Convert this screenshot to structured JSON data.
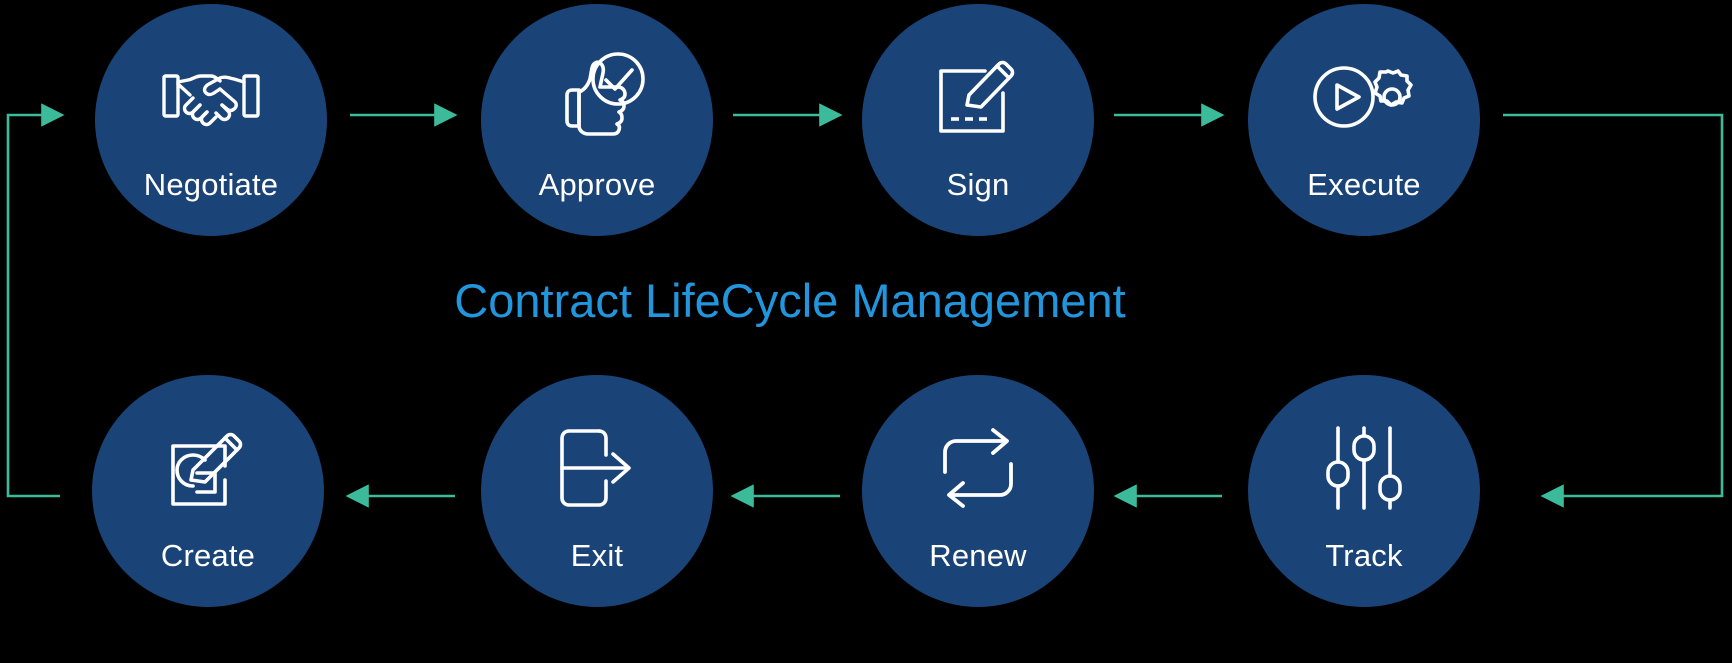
{
  "diagram": {
    "title": "Contract LifeCycle Management",
    "background_color": "#000000",
    "node_color": "#1a4377",
    "arrow_color": "#3cbb9a",
    "title_color": "#2196dd",
    "label_color": "#ffffff",
    "type": "cycle-flow",
    "nodes": [
      {
        "id": "negotiate",
        "label": "Negotiate",
        "icon": "handshake-icon",
        "row": "top",
        "order": 1
      },
      {
        "id": "approve",
        "label": "Approve",
        "icon": "thumbs-up-check-icon",
        "row": "top",
        "order": 2
      },
      {
        "id": "sign",
        "label": "Sign",
        "icon": "document-pen-signature-icon",
        "row": "top",
        "order": 3
      },
      {
        "id": "execute",
        "label": "Execute",
        "icon": "play-gear-icon",
        "row": "top",
        "order": 4
      },
      {
        "id": "track",
        "label": "Track",
        "icon": "sliders-icon",
        "row": "bottom",
        "order": 5
      },
      {
        "id": "renew",
        "label": "Renew",
        "icon": "repeat-loop-icon",
        "row": "bottom",
        "order": 6
      },
      {
        "id": "exit",
        "label": "Exit",
        "icon": "exit-door-arrow-icon",
        "row": "bottom",
        "order": 7
      },
      {
        "id": "create",
        "label": "Create",
        "icon": "square-pen-edit-icon",
        "row": "bottom",
        "order": 8
      }
    ],
    "connections": [
      {
        "from": "negotiate",
        "to": "approve",
        "direction": "right"
      },
      {
        "from": "approve",
        "to": "sign",
        "direction": "right"
      },
      {
        "from": "sign",
        "to": "execute",
        "direction": "right"
      },
      {
        "from": "execute",
        "to": "track",
        "direction": "wrap-right"
      },
      {
        "from": "track",
        "to": "renew",
        "direction": "left"
      },
      {
        "from": "renew",
        "to": "exit",
        "direction": "left"
      },
      {
        "from": "exit",
        "to": "create",
        "direction": "left"
      },
      {
        "from": "create",
        "to": "negotiate",
        "direction": "wrap-left"
      }
    ]
  }
}
